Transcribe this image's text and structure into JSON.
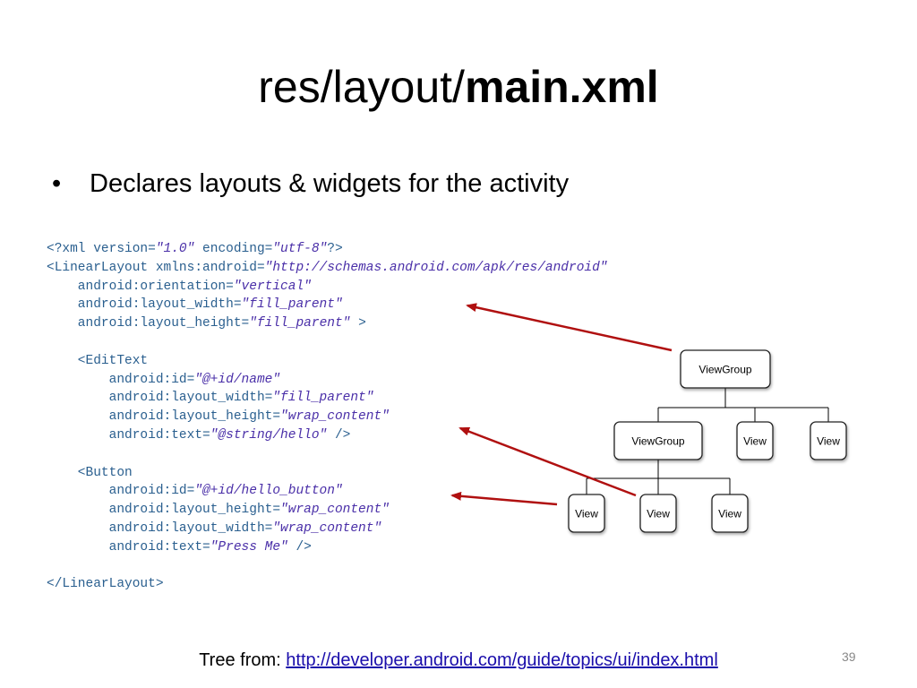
{
  "title": {
    "prefix": "res/layout/",
    "bold": "main.xml"
  },
  "bullet": {
    "symbol": "•",
    "text": "Declares layouts & widgets for the activity"
  },
  "code_lines": [
    [
      [
        "<?xml version=",
        0
      ],
      [
        "\"1.0\"",
        1
      ],
      [
        " encoding=",
        0
      ],
      [
        "\"utf-8\"",
        1
      ],
      [
        "?>",
        0
      ]
    ],
    [
      [
        "<LinearLayout xmlns:android=",
        0
      ],
      [
        "\"http://schemas.android.com/apk/res/android\"",
        1
      ]
    ],
    [
      [
        "    android:orientation=",
        0
      ],
      [
        "\"vertical\"",
        1
      ]
    ],
    [
      [
        "    android:layout_width=",
        0
      ],
      [
        "\"fill_parent\"",
        1
      ]
    ],
    [
      [
        "    android:layout_height=",
        0
      ],
      [
        "\"fill_parent\"",
        1
      ],
      [
        " >",
        0
      ]
    ],
    [
      [
        "",
        0
      ]
    ],
    [
      [
        "    <EditText",
        0
      ]
    ],
    [
      [
        "        android:id=",
        0
      ],
      [
        "\"@+id/name\"",
        1
      ]
    ],
    [
      [
        "        android:layout_width=",
        0
      ],
      [
        "\"fill_parent\"",
        1
      ]
    ],
    [
      [
        "        android:layout_height=",
        0
      ],
      [
        "\"wrap_content\"",
        1
      ]
    ],
    [
      [
        "        android:text=",
        0
      ],
      [
        "\"@string/hello\"",
        1
      ],
      [
        " />",
        0
      ]
    ],
    [
      [
        "",
        0
      ]
    ],
    [
      [
        "    <Button",
        0
      ]
    ],
    [
      [
        "        android:id=",
        0
      ],
      [
        "\"@+id/hello_button\"",
        1
      ]
    ],
    [
      [
        "        android:layout_height=",
        0
      ],
      [
        "\"wrap_content\"",
        1
      ]
    ],
    [
      [
        "        android:layout_width=",
        0
      ],
      [
        "\"wrap_content\"",
        1
      ]
    ],
    [
      [
        "        android:text=",
        0
      ],
      [
        "\"Press Me\"",
        1
      ],
      [
        " />",
        0
      ]
    ],
    [
      [
        "",
        0
      ]
    ],
    [
      [
        "</LinearLayout>",
        0
      ]
    ]
  ],
  "tree": {
    "root": "ViewGroup",
    "level1": [
      "ViewGroup",
      "View",
      "View"
    ],
    "level2": [
      "View",
      "View",
      "View"
    ]
  },
  "footer": {
    "prefix": "Tree from: ",
    "link": "http://developer.android.com/guide/topics/ui/index.html"
  },
  "page_number": "39",
  "colors": {
    "arrow": "#b01010",
    "code_tag": "#2a5f8f",
    "code_value": "#4a2fa8",
    "link": "#1a0dab"
  }
}
